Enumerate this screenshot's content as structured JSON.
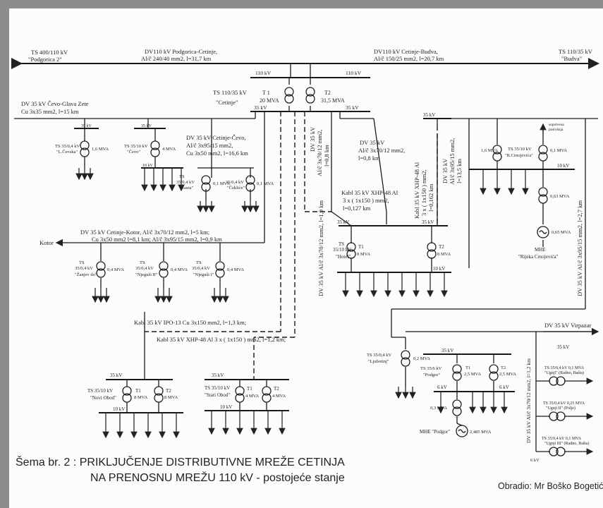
{
  "top_left_station": "TS 400/110 kV",
  "top_left_station_name": "\"Podgorica 2\"",
  "dv110_left_title": "DV110 kV  Podgorica-Cetinje,",
  "dv110_left_spec": "Al/č  240/40 mm2,  l=31,7 km",
  "dv110_right_title": "DV110 kV  Cetinje-Budva,",
  "dv110_right_spec": "Al/č 150/25 mm2,  l=20,7 km",
  "top_right_station": "TS 110/35 kV",
  "top_right_station_name": "\"Budva\"",
  "bus110_left": "110 kV",
  "bus110_right": "110 kV",
  "ts_cetinje": "TS 110/35 kV",
  "ts_cetinje_name": "\"Cetinje\"",
  "t1_label": "T 1",
  "t1_rating": "20 MVA",
  "t2_label": "T2",
  "t2_rating": "31,5 MVA",
  "bus35_left": "35 kV",
  "bus35_right": "35 kV",
  "dv_cevo_title": "DV 35 kV Čevo-Glava Zete",
  "dv_cevo_spec": "Cu 3x35 mm2,  l=15 km",
  "ts_lcevska": "TS 35/0,4 kV",
  "ts_lcevska_name": "\"L.Čevska\"",
  "ts_lcevska_mva": "1,6 MVA",
  "ts_cevo": "TS 35/10 kV",
  "ts_cevo_name": "\"Čevo\"",
  "ts_cevo_mva": "4 MVA",
  "dv_cetinje_cevo_title": "DV 35 kV Cetinje-Čevo,",
  "dv_cetinje_cevo_spec1": "Al/č 3x95/15 mm2,",
  "dv_cetinje_cevo_spec2": "Cu 3x50 mm2,  l=16,6 km",
  "ts_rastu": "TS",
  "ts_rastu_kv": "35/0,4 kV",
  "ts_rastu_name": "\"Rastu\"",
  "ts_rastu_mva": "0,1 MVA",
  "ts_cekliceva_kv": "35/0,4 kV",
  "ts_cekliceva_name": "\"Čekliće\"",
  "ts_cekliceva_mva": "0,1 MVA",
  "dv_oblik_title": "DV 35 kV",
  "dv_oblik_spec": "Al/č 3x70/12 mm2,",
  "dv_oblik_len": "l=0,8 km",
  "dv_hotel_title": "DV 35 kV",
  "dv_hotel_spec": "Al/č 3x70/12 mm2,",
  "dv_hotel_len": "l=0,8 km",
  "kabl_xhp_title": "Kabl 35 kV XHP-48 Al",
  "kabl_xhp_spec": "3 x ( 1x150 ) mm2,",
  "kabl_xhp_len": "l=0,127 km",
  "kabl_vert_title": "Kabl 35 kV XHP-48 Al",
  "kabl_vert_spec": "3 x ( 1x150 ) mm2,",
  "kabl_vert_len": "l=0,162 km",
  "dv_dvostr_title": "DV 35 kV",
  "dv_dvostr_spec": "Al/č 3x95/15 mm2,",
  "dv_dvostr_len": "l=13,5 km",
  "ts_rcrnojevica": "TS 35/10 kV",
  "ts_rcrnojevica_name": "\"R.Crnojevića\"",
  "ts_rcrnojevica_left_mva": "1,6 MVA",
  "ts_rcrnojevica_right_mva": "0,1 MVA",
  "sopstvena": "sopstvena",
  "potrosnja": "potrošnja",
  "bus35_rcrn": "35 kV",
  "bus10_rcrn": "10 kV",
  "mhe_rcrn_mva1": "0,63 MVA",
  "mhe_rcrn_mva2": "0,65 MVA",
  "mhe_rcrn_label": "MHE",
  "mhe_rcrn_name": "\"Rijeka Crnojevića\"",
  "dv_cetinje_kotor_title": "DV 35 kV Cetinje-Kotor, Al/č 3x70/12 mm2, l=5 km;",
  "dv_cetinje_kotor_spec": "Cu 3x50 mm2   l=8,1 km; Al/č 3x95/15 mm2, l=0,9 km",
  "kotor_label": "Kotor",
  "ts_zanjev": "TS",
  "ts_zanjev_kv": "35/0,4 kV",
  "ts_zanjev_name": "\"Žanjev do\"",
  "ts_zanjev_mva": "0,4 MVA",
  "ts_njegusi2": "TS",
  "ts_njegusi2_kv": "35/0,4 kV",
  "ts_njegusi2_name": "\"Njeguši II\"",
  "ts_njegusi2_mva": "0,4 MVA",
  "ts_njegusi1": "TS",
  "ts_njegusi1_kv": "35/0,4 kV",
  "ts_njegusi1_name": "\"Njeguši I\"",
  "ts_njegusi1_mva": "0,4 MVA",
  "bus35_hotel": "35 kV",
  "bus35_hotel2": "35 kV",
  "ts_hotel": "TS",
  "ts_hotel_kv": "35/10 kV",
  "ts_hotel_name": "\"Hotel\"",
  "ts_hotel_t1": "T1",
  "ts_hotel_t1_mva": "8 MVA",
  "ts_hotel_t2": "T2",
  "ts_hotel_t2_mva": "8 MVA",
  "bus10_hotel": "10 kV",
  "dv_long_label": "DV 35 kV Al/č 3x70/12 mm2, l=1,9 km",
  "dv_budva_label": "DV 35 kV Al/č 3x95/15 mm2, l=2,7 km",
  "kabl_ipo_title": "Kabl 35 kV IPO-13 Cu  3x150 mm2, l=1,3 km;",
  "kabl_xhp2_title": "Kabl 35 kV XHP-48 Al  3 x ( 1x150 ) mm2, l=1,2 km;",
  "bus35_novi": "35 kV",
  "ts_novi": "TS 35/10 kV",
  "ts_novi_name": "\"Novi Obod\"",
  "ts_novi_t1": "T1",
  "ts_novi_t1_mva": "8 MVA",
  "ts_novi_t2": "T2",
  "ts_novi_t2_mva": "8 MVA",
  "bus10_novi": "10 kV",
  "bus35_stari": "35 kV",
  "ts_stari": "TS 35/10 kV",
  "ts_stari_name": "\"Stari Obod\"",
  "ts_stari_t1": "T1",
  "ts_stari_t1_mva": "4 MVA",
  "ts_stari_t2": "T2",
  "ts_stari_t2_mva": "4 MVA",
  "bus10_stari": "10 kV",
  "dv_virpazar": "DV 35 kV Virpazar",
  "ts_ljubotinj": "TS 35/0,4 kV",
  "ts_ljubotinj_name": "\"Ljubotinj\"",
  "ts_ljubotinj_mva": "0,2 MVA",
  "bus35_podgor": "35 kV",
  "bus35_ugnji": "35 kV",
  "ts_podgor": "TS 35/6 kV",
  "ts_podgor_name": "\"Podgor\"",
  "ts_podgor_t1": "T1",
  "ts_podgor_t1_mva": "2,5 MVA",
  "ts_podgor_t2": "T2",
  "ts_podgor_t2_mva": "2,5 MVA",
  "bus6_left": "6 kV",
  "bus6_right": "6 kV",
  "mhe_podgor_mva": "0,3 MVA",
  "mhe_podgor_name": "MHE \"Podgor\"",
  "mhe_podgor_gen": "2,485 MVA",
  "dv_ugnji_vert": "DV 35 kV Al/č 3x70/12 mm2, l=1,2 km",
  "ts_ugnji_1": "TS 35/0,4 kV  0,1 MVA",
  "ts_ugnji_1_name": "\"Ugnji\" (Radno, Bašta)",
  "ts_ugnji_2": "TS 35/0,4 kV  0,25 MVA",
  "ts_ugnji_2_name": "\"Ugnji II\" (Polje)",
  "ts_ugnji_3": "TS 35/0,4 kV  0,1 MVA",
  "ts_ugnji_3_name": "\"Ugnji III\" (Radno, Bašta)",
  "bus6_ugnji": "6 kV",
  "caption_line1": "Šema br. 2 :  PRIKLJUČENJE DISTRIBUTIVNE MREŽE CETINJA",
  "caption_line2": "NA PRENOSNU MREŽU 110 kV - postojeće stanje",
  "author": "Obradio:  Mr Boško Bogetić"
}
